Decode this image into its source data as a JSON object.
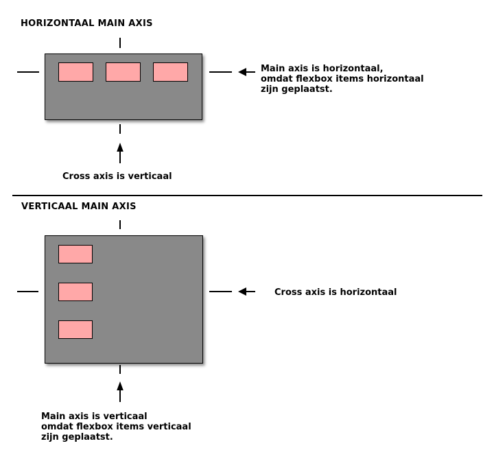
{
  "colors": {
    "page_background": "#ffffff",
    "container_fill": "#898989",
    "item_fill": "#ffa8a8",
    "line": "#000000"
  },
  "sections": [
    {
      "heading": "HORIZONTAAL MAIN AXIS",
      "item_count": 3,
      "arrow_label_lines": [
        "Main axis is horizontaal,",
        "omdat flexbox items horizontaal",
        "zijn geplaatst."
      ],
      "cross_label_lines": [
        "Cross axis is verticaal"
      ]
    },
    {
      "heading": "VERTICAAL MAIN AXIS",
      "item_count": 3,
      "arrow_label_lines": [
        "Cross axis is horizontaal"
      ],
      "cross_label_lines": [
        "Main axis is verticaal",
        "omdat flexbox items verticaal",
        "zijn geplaatst."
      ]
    }
  ]
}
